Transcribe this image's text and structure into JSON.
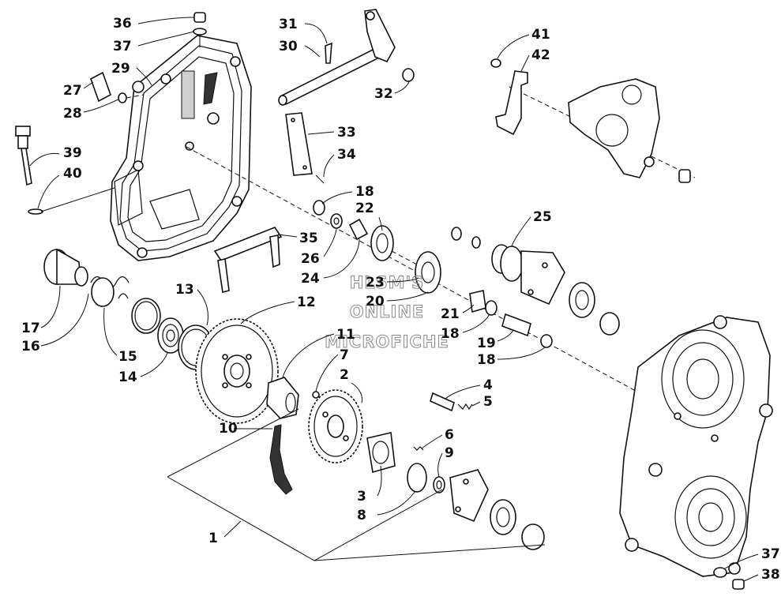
{
  "watermark": {
    "line1": "HLSM'S",
    "line2": "ONLINE",
    "line3": "MICROFICHE"
  },
  "callouts": [
    {
      "id": "36",
      "text": "36"
    },
    {
      "id": "37a",
      "text": "37"
    },
    {
      "id": "29",
      "text": "29"
    },
    {
      "id": "27",
      "text": "27"
    },
    {
      "id": "28",
      "text": "28"
    },
    {
      "id": "39",
      "text": "39"
    },
    {
      "id": "40",
      "text": "40"
    },
    {
      "id": "31",
      "text": "31"
    },
    {
      "id": "30",
      "text": "30"
    },
    {
      "id": "32",
      "text": "32"
    },
    {
      "id": "33",
      "text": "33"
    },
    {
      "id": "34",
      "text": "34"
    },
    {
      "id": "41",
      "text": "41"
    },
    {
      "id": "42",
      "text": "42"
    },
    {
      "id": "18a",
      "text": "18"
    },
    {
      "id": "22",
      "text": "22"
    },
    {
      "id": "35",
      "text": "35"
    },
    {
      "id": "26",
      "text": "26"
    },
    {
      "id": "24",
      "text": "24"
    },
    {
      "id": "23",
      "text": "23"
    },
    {
      "id": "20",
      "text": "20"
    },
    {
      "id": "25",
      "text": "25"
    },
    {
      "id": "21",
      "text": "21"
    },
    {
      "id": "18b",
      "text": "18"
    },
    {
      "id": "19",
      "text": "19"
    },
    {
      "id": "18c",
      "text": "18"
    },
    {
      "id": "13",
      "text": "13"
    },
    {
      "id": "12",
      "text": "12"
    },
    {
      "id": "17",
      "text": "17"
    },
    {
      "id": "16",
      "text": "16"
    },
    {
      "id": "15",
      "text": "15"
    },
    {
      "id": "14",
      "text": "14"
    },
    {
      "id": "11",
      "text": "11"
    },
    {
      "id": "7",
      "text": "7"
    },
    {
      "id": "2",
      "text": "2"
    },
    {
      "id": "4",
      "text": "4"
    },
    {
      "id": "5",
      "text": "5"
    },
    {
      "id": "10",
      "text": "10"
    },
    {
      "id": "6",
      "text": "6"
    },
    {
      "id": "9",
      "text": "9"
    },
    {
      "id": "3",
      "text": "3"
    },
    {
      "id": "8",
      "text": "8"
    },
    {
      "id": "1",
      "text": "1"
    },
    {
      "id": "37b",
      "text": "37"
    },
    {
      "id": "38",
      "text": "38"
    }
  ]
}
